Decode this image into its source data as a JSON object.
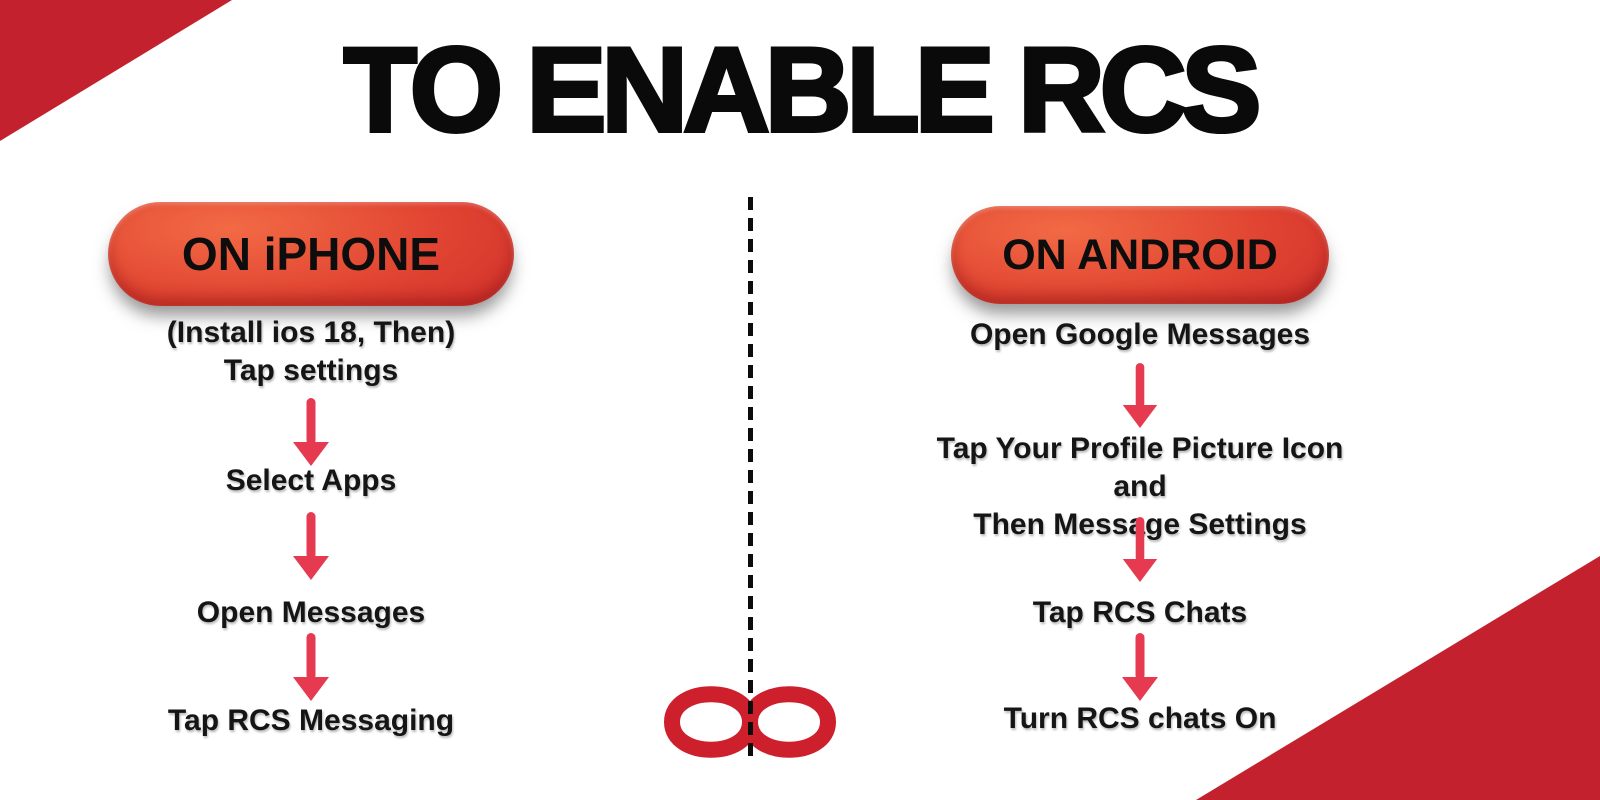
{
  "title": "TO ENABLE RCS",
  "colors": {
    "background": "#ffffff",
    "text-black": "#111111",
    "deep-red": "#c4212f",
    "infinity-red": "#cd1f2c",
    "arrow-red": "#e63a51",
    "pill-bright": "#f26a45",
    "pill-mid": "#e04331",
    "pill-dark": "#c22127"
  },
  "icons": {
    "down-arrow": "↓",
    "infinity": "∞"
  },
  "iphone": {
    "heading": "ON iPHONE",
    "steps": [
      "(Install ios 18, Then)\nTap settings",
      "Select Apps",
      "Open Messages",
      "Tap RCS Messaging"
    ]
  },
  "android": {
    "heading": "ON ANDROID",
    "steps": [
      "Open Google Messages",
      "Tap Your Profile Picture Icon and\nThen Message Settings",
      "Tap RCS Chats",
      "Turn RCS chats On"
    ]
  }
}
